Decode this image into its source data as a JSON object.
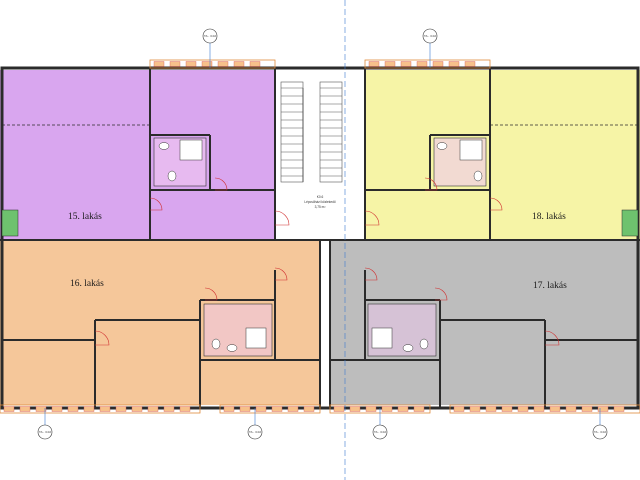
{
  "apartments": {
    "a15": {
      "label": "15. lakás",
      "color": "#d9a6ef"
    },
    "a16": {
      "label": "16. lakás",
      "color": "#f5c79a"
    },
    "a17": {
      "label": "17. lakás",
      "color": "#bdbdbd"
    },
    "a18": {
      "label": "18. lakás",
      "color": "#f6f4a6"
    }
  },
  "colors": {
    "stair": "#ffffff",
    "wall": "#2b2b2b",
    "hatch": "#d85a5a",
    "bath_fill": "#f0c8f0",
    "axis_line": "#3a7ad0",
    "window": "#e08a3a"
  },
  "stairwell": {
    "code": "K0.6",
    "name": "Lépcsőházi közlekedő",
    "area": "3,75 m²"
  },
  "grid_markers": [
    {
      "label": "TA - 3.02",
      "pos": "top-left"
    },
    {
      "label": "TA - 3.02",
      "pos": "top-right"
    },
    {
      "label": "TA - 3.02",
      "pos": "bottom-1"
    },
    {
      "label": "TA - 3.02",
      "pos": "bottom-2"
    },
    {
      "label": "TA - 3.02",
      "pos": "bottom-3"
    },
    {
      "label": "TA - 3.02",
      "pos": "bottom-4"
    }
  ]
}
